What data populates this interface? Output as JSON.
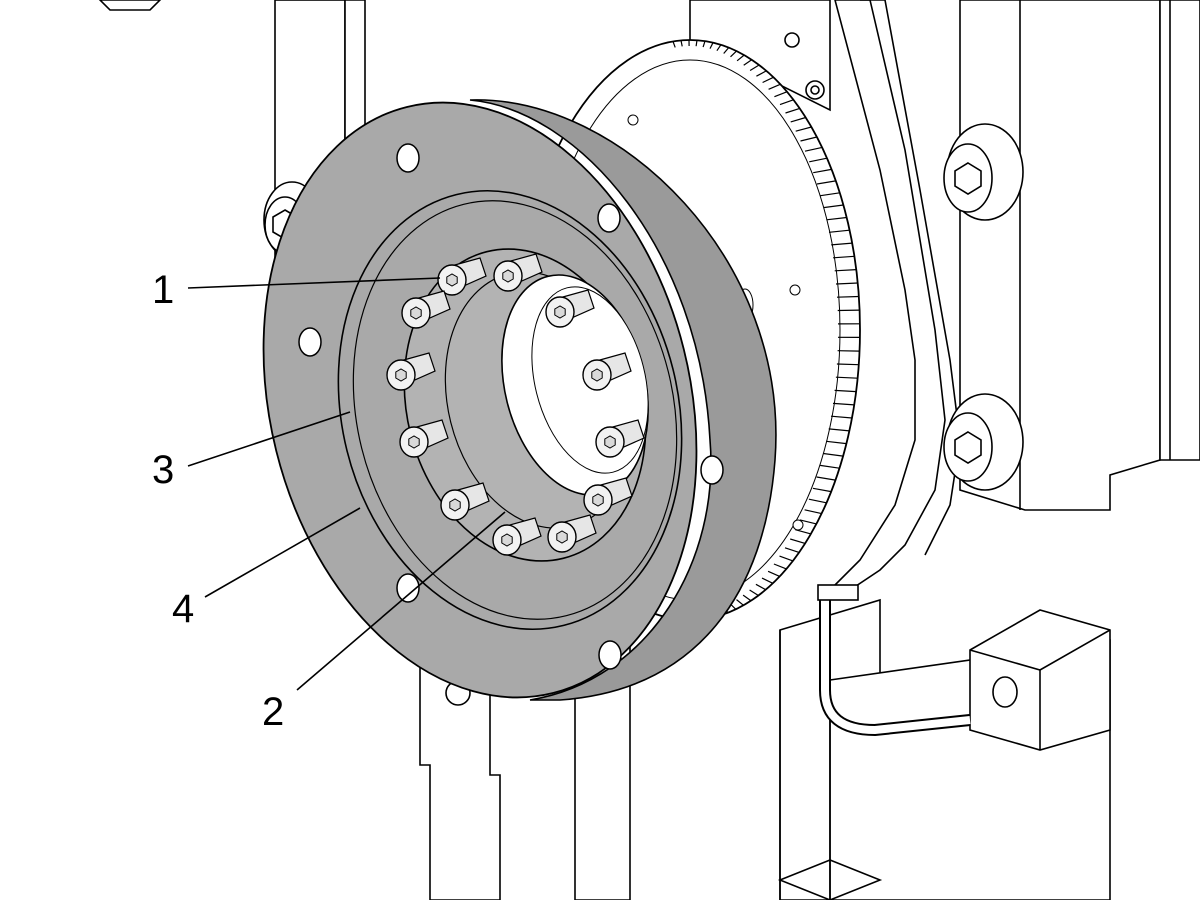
{
  "diagram": {
    "callouts": [
      {
        "label": "1"
      },
      {
        "label": "2"
      },
      {
        "label": "3"
      },
      {
        "label": "4"
      }
    ]
  },
  "colors": {
    "line": "#000000",
    "flange": "#a9a9a9",
    "flange_dark": "#9a9a9a",
    "inner_ring": "#b3b3b3",
    "background": "#ffffff"
  }
}
